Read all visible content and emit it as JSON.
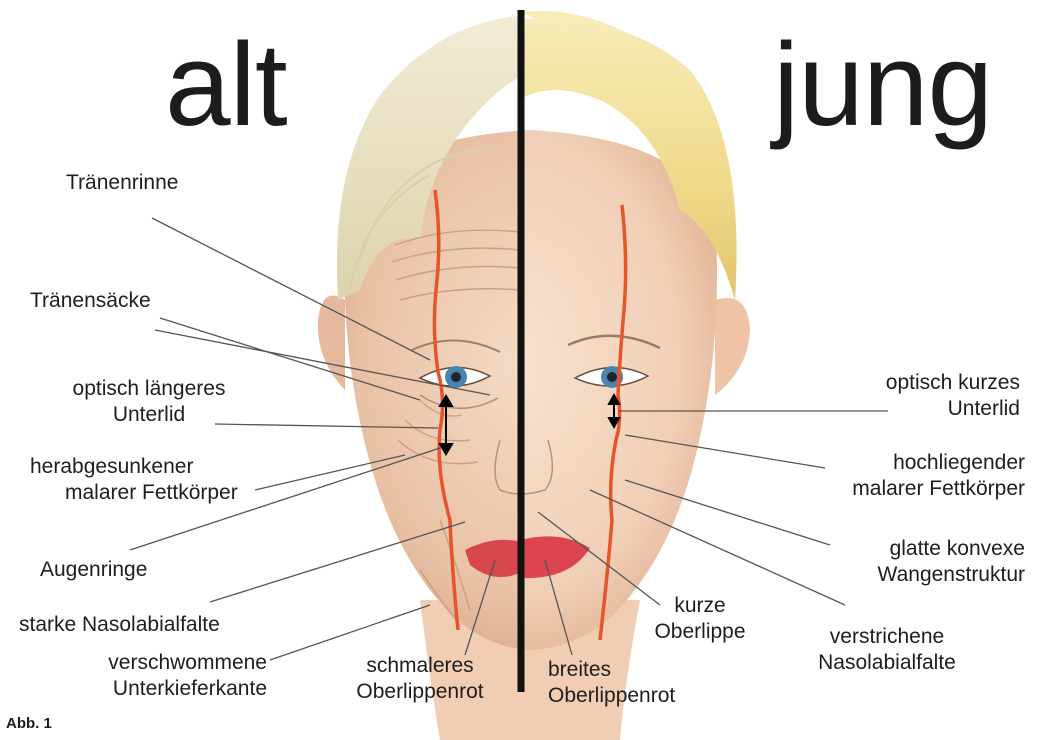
{
  "titles": {
    "left": "alt",
    "right": "jung"
  },
  "figure_label": "Abb. 1",
  "labels_left": [
    {
      "lines": [
        "Tränenrinne"
      ]
    },
    {
      "lines": [
        "Tränensäcke"
      ]
    },
    {
      "lines": [
        "optisch längeres",
        "Unterlid"
      ]
    },
    {
      "lines": [
        "herabgesunkener",
        "malarer Fettkörper"
      ]
    },
    {
      "lines": [
        "Augenringe"
      ]
    },
    {
      "lines": [
        "starke Nasolabialfalte"
      ]
    },
    {
      "lines": [
        "verschwommene",
        "Unterkieferkante"
      ]
    },
    {
      "lines": [
        "schmaleres",
        "Oberlippenrot"
      ]
    }
  ],
  "labels_right": [
    {
      "lines": [
        "optisch kurzes",
        "Unterlid"
      ]
    },
    {
      "lines": [
        "hochliegender",
        "malarer Fettkörper"
      ]
    },
    {
      "lines": [
        "glatte konvexe",
        "Wangenstruktur"
      ]
    },
    {
      "lines": [
        "kurze",
        "Oberlippe"
      ]
    },
    {
      "lines": [
        "verstrichene",
        "Nasolabialfalte"
      ]
    },
    {
      "lines": [
        "breites",
        "Oberlippenrot"
      ]
    }
  ],
  "colors": {
    "contour": "#e8542a",
    "divider": "#111111",
    "leader": "#555555",
    "hair": "#f3e39a",
    "skin": "#f1d2bb",
    "lips": "#d8464e",
    "iris": "#4d84ad"
  }
}
